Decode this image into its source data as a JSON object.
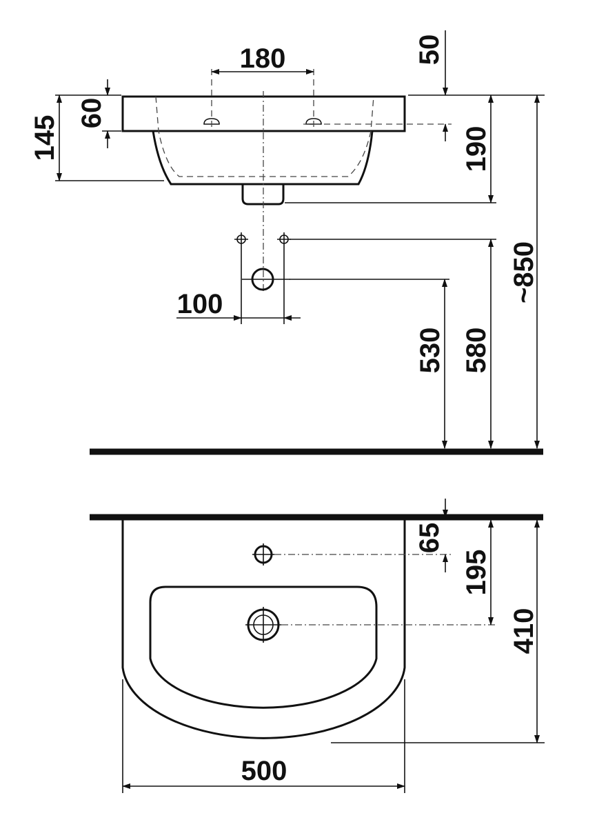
{
  "dimensions": {
    "tap_hole_spacing": "180",
    "rim_to_tap_holes": "50",
    "rim_thickness": "60",
    "side_basin_depth": "145",
    "overall_height_to_waste": "190",
    "total_height": "~850",
    "supply_pipe_spacing": "100",
    "waste_outlet_height": "530",
    "supply_pipe_height": "580",
    "wall_to_tap_hole": "65",
    "wall_to_waste": "195",
    "total_projection": "410",
    "total_width": "500"
  }
}
